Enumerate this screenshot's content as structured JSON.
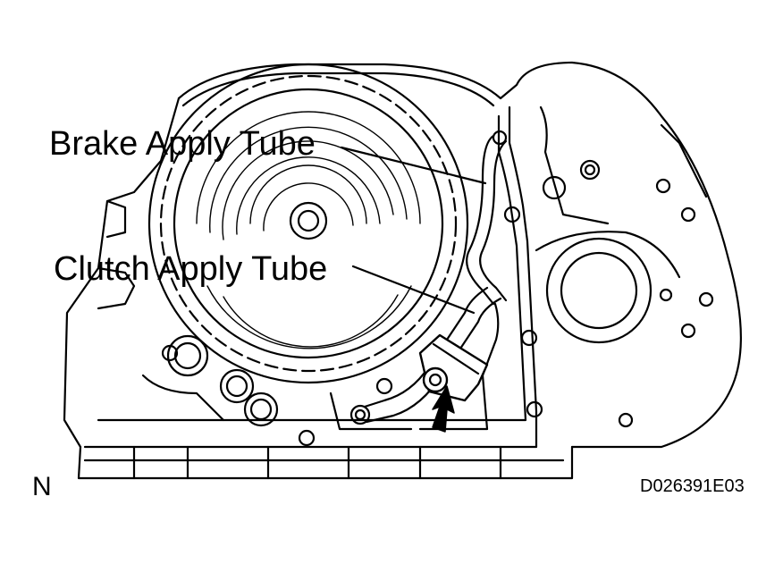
{
  "labels": {
    "brake_apply_tube": "Brake Apply Tube",
    "clutch_apply_tube": "Clutch Apply Tube",
    "orientation": "N",
    "figure_code": "D026391E03"
  },
  "colors": {
    "line": "#000000",
    "background": "#ffffff"
  },
  "callouts": [
    "brake_apply_tube",
    "clutch_apply_tube"
  ],
  "indicator": "arrow-up-icon"
}
